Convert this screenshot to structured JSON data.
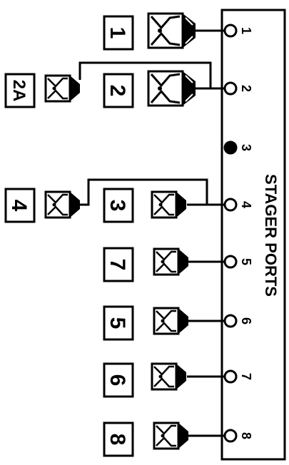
{
  "panel": {
    "title": "STAGER PORTS"
  },
  "ports": [
    {
      "label": "1",
      "active": true
    },
    {
      "label": "2",
      "active": true
    },
    {
      "label": "3",
      "active": false
    },
    {
      "label": "4",
      "active": true
    },
    {
      "label": "5",
      "active": true
    },
    {
      "label": "6",
      "active": true
    },
    {
      "label": "7",
      "active": true
    },
    {
      "label": "8",
      "active": true
    }
  ],
  "boxes": [
    "1",
    "2",
    "2A",
    "3",
    "4",
    "7",
    "5",
    "6",
    "8"
  ],
  "colors": {
    "line": "#000000",
    "background": "#ffffff"
  }
}
